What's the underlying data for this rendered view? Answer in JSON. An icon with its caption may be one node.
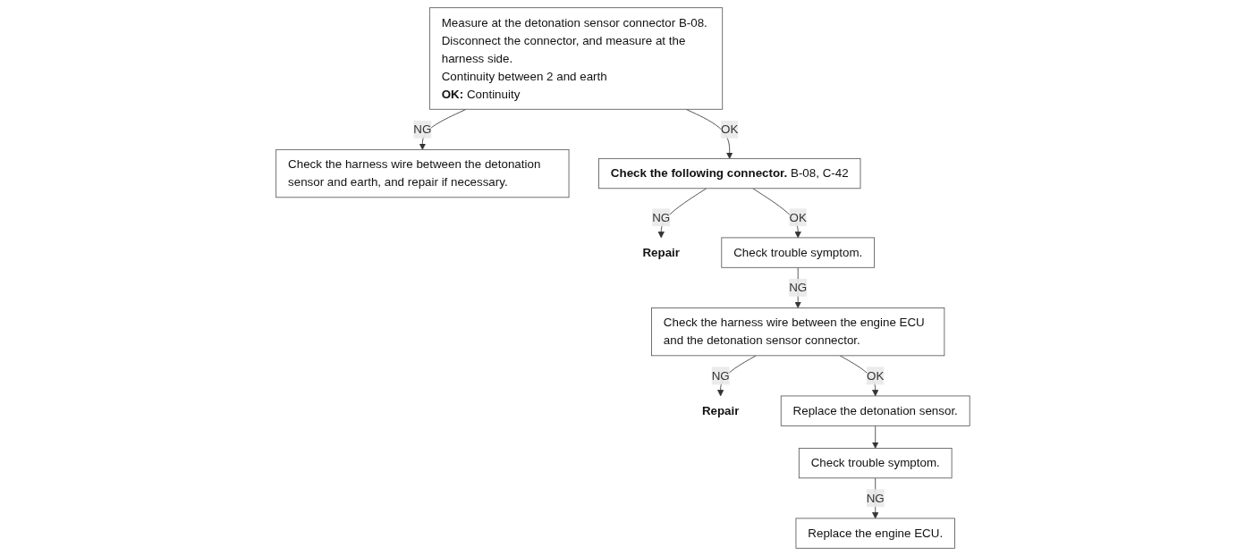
{
  "diagram": {
    "nodes": [
      {
        "text": [
          "Measure at the detonation sensor connector B-08.",
          "Disconnect the connector, and measure at the harness side.",
          "Continuity between 2 and earth",
          "**OK:** Continuity"
        ]
      },
      {
        "text": [
          "Check the harness wire between the detonation sensor and earth, and repair if necessary."
        ]
      },
      {
        "text": [
          "**Check the following connector.** B-08, C-42"
        ]
      },
      {
        "text": [
          "Repair"
        ]
      },
      {
        "text": [
          "Check trouble symptom."
        ]
      },
      {
        "text": [
          "Check the harness wire between the engine ECU and the detonation sensor connector."
        ]
      },
      {
        "text": [
          "Repair"
        ]
      },
      {
        "text": [
          "Replace the detonation sensor."
        ]
      },
      {
        "text": [
          "Check trouble symptom."
        ]
      },
      {
        "text": [
          "Replace the engine ECU."
        ]
      }
    ],
    "edges": [
      {
        "from": 0,
        "to": 1,
        "arrow": "to",
        "label": "NG"
      },
      {
        "from": 0,
        "to": 2,
        "arrow": "to",
        "label": "OK"
      },
      {
        "from": 2,
        "to": 3,
        "arrow": "to",
        "label": "NG"
      },
      {
        "from": 2,
        "to": 4,
        "arrow": "to",
        "label": "OK"
      },
      {
        "from": 4,
        "to": 5,
        "arrow": "to",
        "label": "NG"
      },
      {
        "from": 5,
        "to": 6,
        "arrow": "to",
        "label": "NG"
      },
      {
        "from": 5,
        "to": 7,
        "arrow": "to",
        "label": "OK"
      },
      {
        "from": 7,
        "to": 8,
        "arrow": "to"
      },
      {
        "from": 8,
        "to": 9,
        "arrow": "to",
        "label": "NG"
      }
    ]
  }
}
